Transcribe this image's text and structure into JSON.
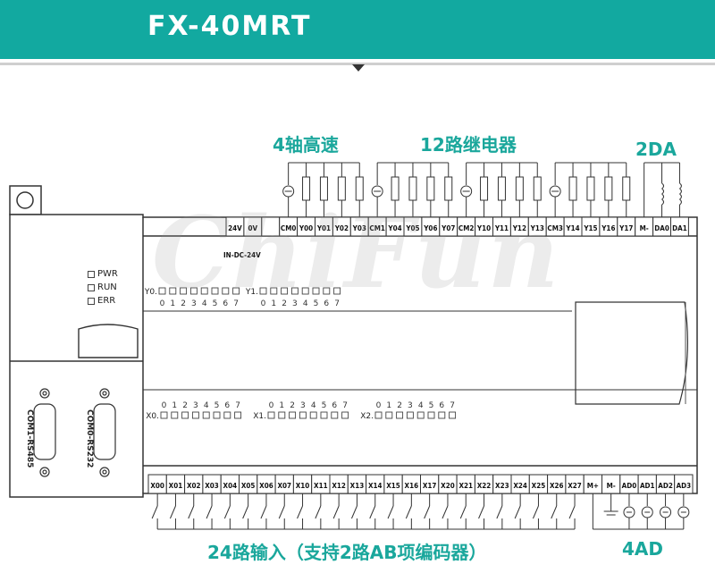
{
  "header": {
    "title": "FX-40MRT"
  },
  "callouts": {
    "high_speed": "4轴高速",
    "relay": "12路继电器",
    "da": "2DA",
    "inputs": "24路输入（支持2路AB项编码器）",
    "ad": "4AD"
  },
  "watermark": "ChiFun",
  "top_terminals": [
    "24V",
    "0V",
    "",
    "CM0",
    "Y00",
    "Y01",
    "Y02",
    "Y03",
    "CM1",
    "Y04",
    "Y05",
    "Y06",
    "Y07",
    "CM2",
    "Y10",
    "Y11",
    "Y12",
    "Y13",
    "CM3",
    "Y14",
    "Y15",
    "Y16",
    "Y17",
    "M-",
    "DA0",
    "DA1"
  ],
  "power_label": "IN-DC-24V",
  "bottom_terminals": [
    "X00",
    "X01",
    "X02",
    "X03",
    "X04",
    "X05",
    "X06",
    "X07",
    "X10",
    "X11",
    "X12",
    "X13",
    "X14",
    "X15",
    "X16",
    "X17",
    "X20",
    "X21",
    "X22",
    "X23",
    "X24",
    "X25",
    "X26",
    "X27",
    "M+",
    "M-",
    "AD0",
    "AD1",
    "AD2",
    "AD3"
  ],
  "status_leds": [
    "PWR",
    "RUN",
    "ERR"
  ],
  "com_ports": [
    "COM1-RS485",
    "COM0-RS232"
  ],
  "output_led_groups": [
    "Y0.",
    "Y1."
  ],
  "input_led_groups": [
    "X0.",
    "X1.",
    "X2."
  ],
  "led_digits": [
    "0",
    "1",
    "2",
    "3",
    "4",
    "5",
    "6",
    "7"
  ],
  "colors": {
    "banner": "#12a9a0",
    "accent": "#1aa79c"
  }
}
